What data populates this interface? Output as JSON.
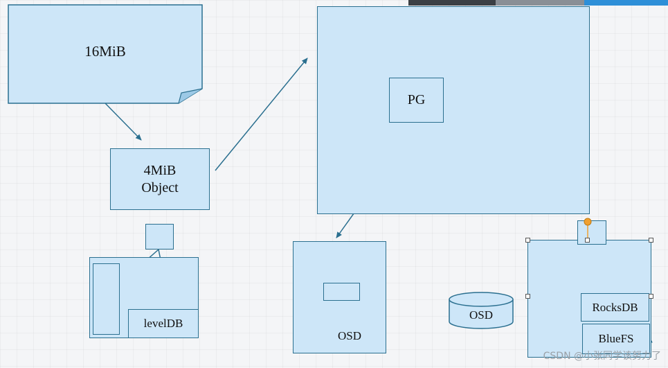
{
  "diagram": {
    "file_box": "16MiB",
    "object_box": [
      "4MiB",
      "Object"
    ],
    "pg_box": "PG",
    "osd_mid": "OSD",
    "osd_right": "OSD",
    "leveldb_box": "levelDB",
    "rocksdb_box": "RocksDB",
    "bluefs_box": "BlueFS"
  },
  "watermark": "CSDN @小张同学该努力了",
  "colors": {
    "box_fill": "#cde6f8",
    "box_stroke": "#2a6f8f",
    "arrow": "#2a6f8f",
    "selection_handle": "#f0a030"
  }
}
